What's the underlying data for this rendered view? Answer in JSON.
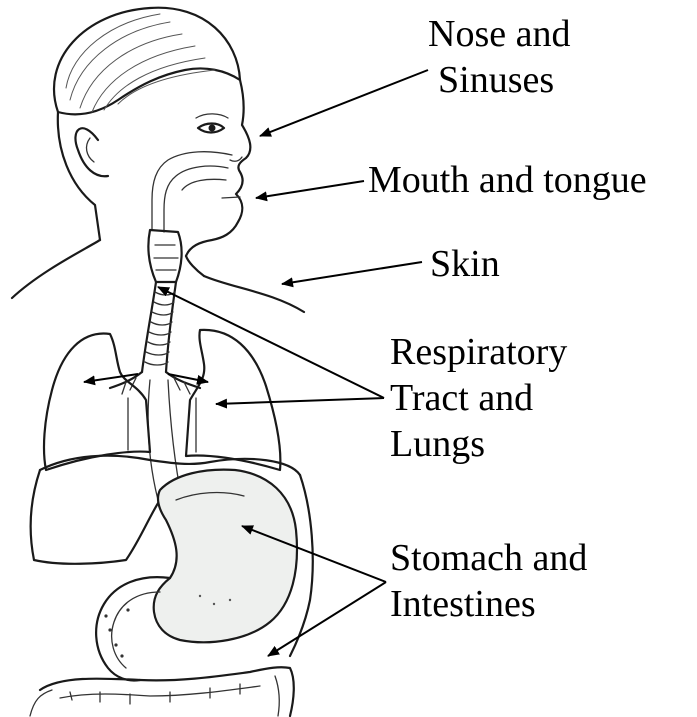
{
  "labels": {
    "nose_line1": "Nose and",
    "nose_line2": "Sinuses",
    "mouth": "Mouth and tongue",
    "skin": "Skin",
    "resp_line1": "Respiratory",
    "resp_line2": "Tract and",
    "resp_line3": "Lungs",
    "stomach_line1": "Stomach and",
    "stomach_line2": "Intestines"
  },
  "colors": {
    "ink": "#1a1a1a",
    "stomach_fill": "#eef0ee",
    "background": "#ffffff"
  }
}
